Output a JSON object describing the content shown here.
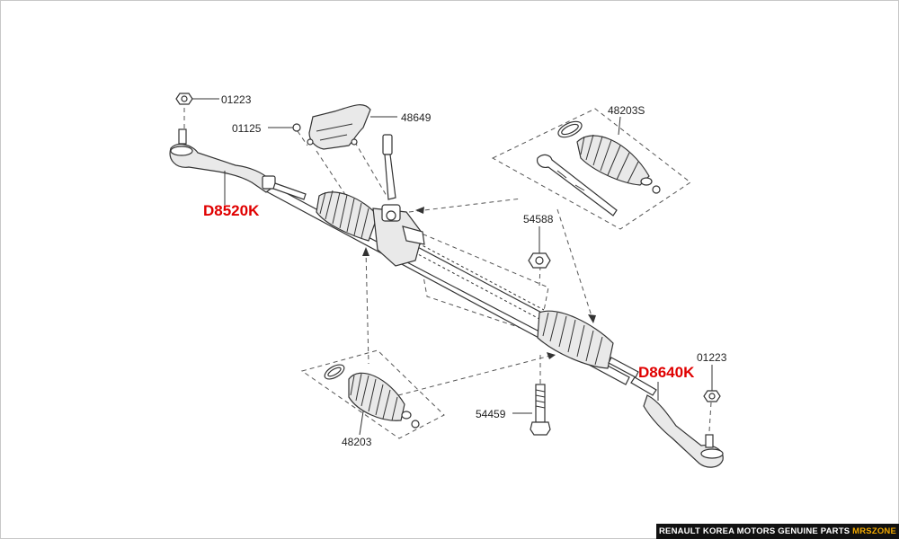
{
  "labels": {
    "nut_top_left": "01223",
    "screw_small": "01125",
    "heat_shield": "48649",
    "boot_kit_right": "48203S",
    "nut_center": "54588",
    "bolt_center": "54459",
    "boot_kit_left": "48203",
    "nut_bottom_right": "01223"
  },
  "highlights": {
    "tie_rod_end_left": "D8520K",
    "tie_rod_end_right": "D8640K"
  },
  "footer": {
    "text": "RENAULT KOREA MOTORS GENUINE PARTS",
    "brand": "MRSZONE"
  },
  "colors": {
    "highlight": "#e00000",
    "brand": "#f2a900"
  }
}
